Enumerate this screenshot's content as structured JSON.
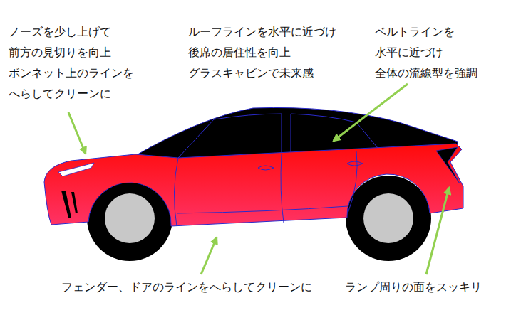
{
  "diagram": {
    "labels": [
      "ノーズを少し上げて 前方の見切りを向上 ボンネット上のラインを へらしてクリーンに",
      "ルーフラインを水平に近づけ 後席の居住性を向上 グラスキャビンで未来感",
      "ベルトラインを 水平に近づけ 全体の流線型を強調",
      "フェンダー、ドアのラインをへらしてクリーンに",
      "ランプ周りの面をスッキリ"
    ]
  }
}
